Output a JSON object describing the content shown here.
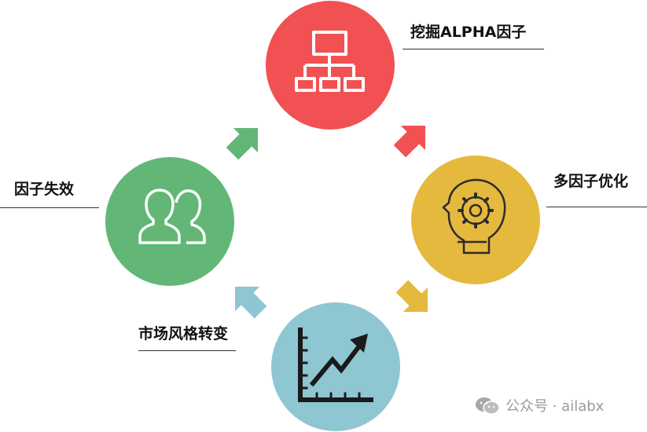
{
  "nodes": {
    "top": {
      "label": "挖掘ALPHA因子",
      "color": "#f15152",
      "icon": "hierarchy-icon"
    },
    "right": {
      "label": "多因子优化",
      "color": "#e5b93e",
      "icon": "head-gear-icon"
    },
    "bottom": {
      "label": "市场风格转变",
      "color": "#8ec6d2",
      "icon": "rising-chart-icon"
    },
    "left": {
      "label": "因子失效",
      "color": "#62b776",
      "icon": "users-icon"
    }
  },
  "arrows": {
    "top_to_right": {
      "color": "#f15152"
    },
    "right_to_bottom": {
      "color": "#e5b93e"
    },
    "bottom_to_left": {
      "color": "#8ec6d2"
    },
    "left_to_top": {
      "color": "#62b776"
    }
  },
  "watermark": {
    "text": "公众号 · ailabx",
    "icon": "wechat-icon"
  }
}
